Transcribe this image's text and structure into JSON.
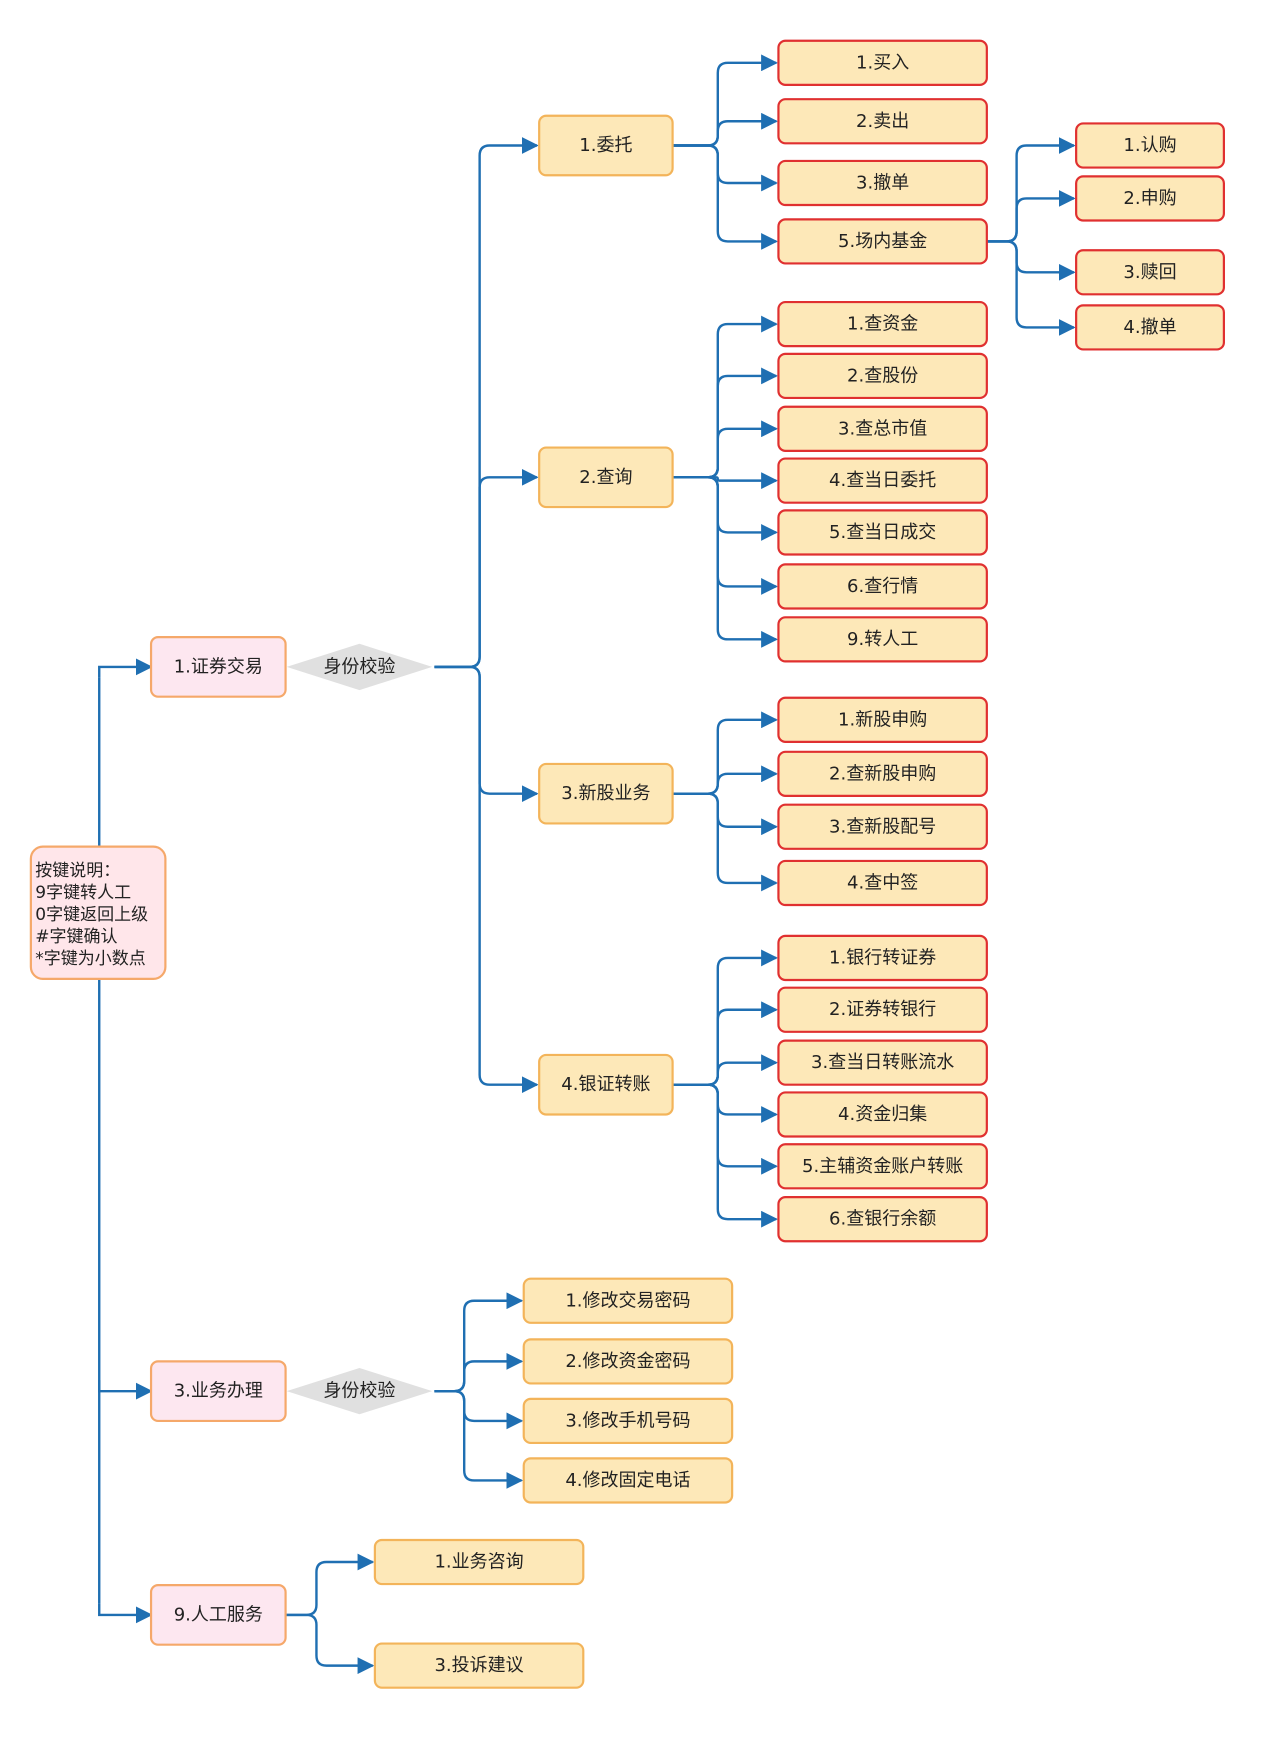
{
  "colors": {
    "line": "#1f6fb2",
    "root_fill": "#ffe6ea",
    "root_stroke": "#f5a86a",
    "l1_fill": "#fde7f0",
    "l1_stroke": "#f5a86a",
    "l2_fill": "#fde8b8",
    "l2_stroke": "#f3b45a",
    "l3_fill": "#fde8b8",
    "l3_stroke": "#e03030",
    "diamond_fill": "#e0e0e0",
    "text": "#222222"
  },
  "legend": {
    "lines": [
      "按键说明：",
      "9字键转人工",
      "0字键返回上级",
      "#字键确认",
      "*字键为小数点"
    ]
  },
  "diamonds": [
    "身份校验",
    "身份校验"
  ],
  "level1": [
    "1.证券交易",
    "3.业务办理",
    "9.人工服务"
  ],
  "securities": {
    "categories": [
      "1.委托",
      "2.查询",
      "3.新股业务",
      "4.银证转账"
    ],
    "entrust": [
      "1.买入",
      "2.卖出",
      "3.撤单",
      "5.场内基金"
    ],
    "fund": [
      "1.认购",
      "2.申购",
      "3.赎回",
      "4.撤单"
    ],
    "query": [
      "1.查资金",
      "2.查股份",
      "3.查总市值",
      "4.查当日委托",
      "5.查当日成交",
      "6.查行情",
      "9.转人工"
    ],
    "ipo": [
      "1.新股申购",
      "2.查新股申购",
      "3.查新股配号",
      "4.查中签"
    ],
    "transfer": [
      "1.银行转证券",
      "2.证券转银行",
      "3.查当日转账流水",
      "4.资金归集",
      "5.主辅资金账户转账",
      "6.查银行余额"
    ]
  },
  "business": [
    "1.修改交易密码",
    "2.修改资金密码",
    "3.修改手机号码",
    "4.修改固定电话"
  ],
  "service": [
    "1.业务咨询",
    "3.投诉建议"
  ]
}
